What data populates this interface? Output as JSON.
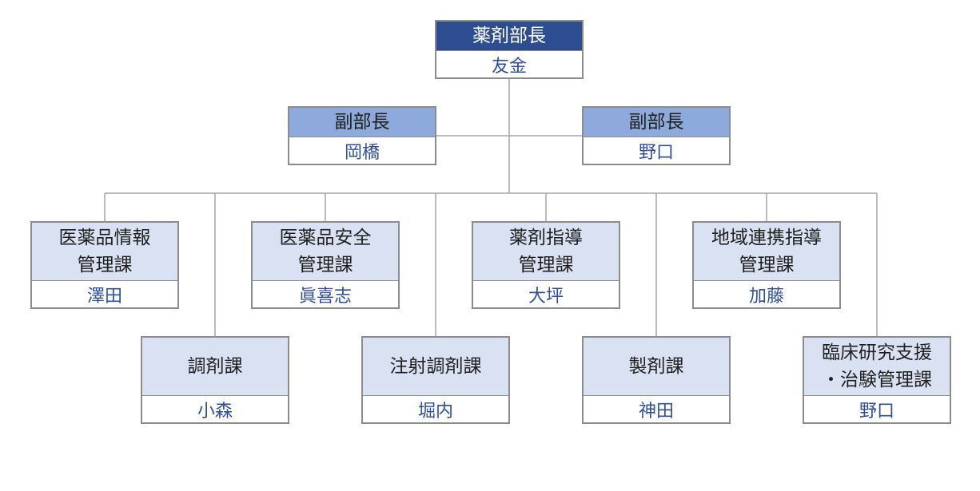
{
  "colors": {
    "director_fill": "#2e4d91",
    "deputy_fill": "#8ea9db",
    "section_fill": "#d9e1f2",
    "name_text": "#2f4e9b",
    "border": "#8c8c8c",
    "connector": "#a6a6a6"
  },
  "director": {
    "title": "薬剤部長",
    "name": "友金"
  },
  "deputies": [
    {
      "title": "副部長",
      "name": "岡橋"
    },
    {
      "title": "副部長",
      "name": "野口"
    }
  ],
  "sections_upper": [
    {
      "title_line1": "医薬品情報",
      "title_line2": "管理課",
      "name": "澤田"
    },
    {
      "title_line1": "医薬品安全",
      "title_line2": "管理課",
      "name": "眞喜志"
    },
    {
      "title_line1": "薬剤指導",
      "title_line2": "管理課",
      "name": "大坪"
    },
    {
      "title_line1": "地域連携指導",
      "title_line2": "管理課",
      "name": "加藤"
    }
  ],
  "sections_lower": [
    {
      "title_line1": "調剤課",
      "name": "小森"
    },
    {
      "title_line1": "注射調剤課",
      "name": "堀内"
    },
    {
      "title_line1": "製剤課",
      "name": "神田"
    },
    {
      "title_line1": "臨床研究支援",
      "title_line2": "・治験管理課",
      "name": "野口"
    }
  ]
}
